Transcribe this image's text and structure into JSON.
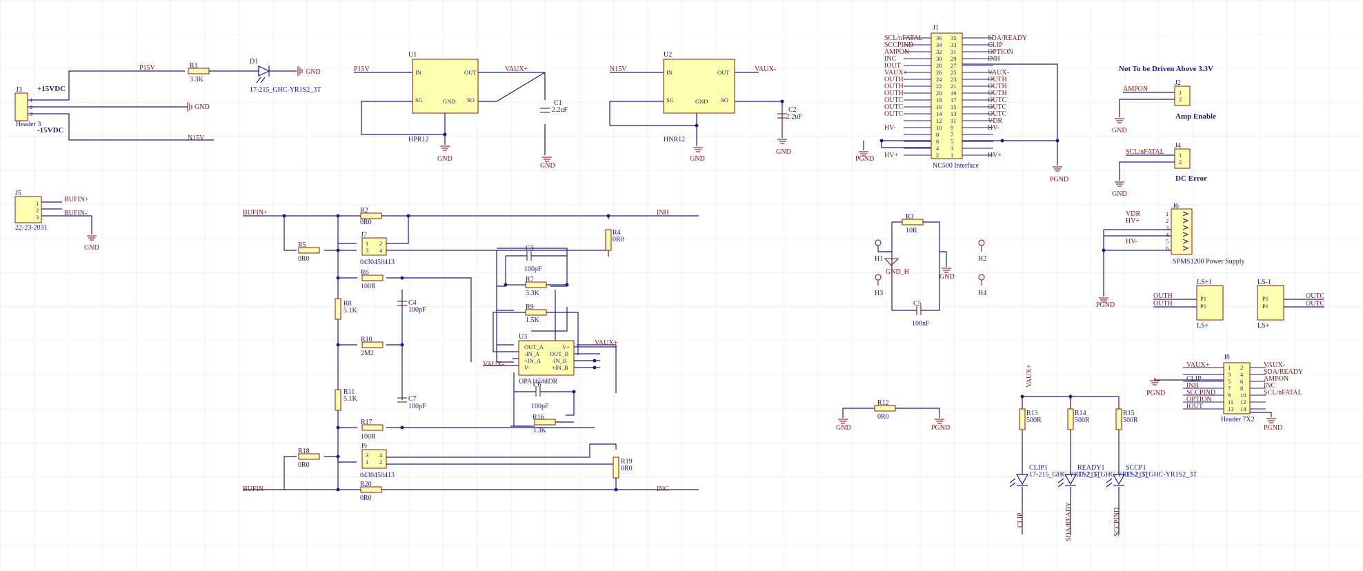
{
  "net_labels": {
    "p15v": "P15V",
    "n15v": "N15V",
    "gnd": "GND",
    "pgnd": "PGND",
    "gnd_h": "GND_H",
    "vaux_plus": "VAUX+",
    "vaux_minus": "VAUX-",
    "bufin_plus": "BUFIN+",
    "bufin_minus": "BUFIN-",
    "inh": "INH",
    "inc": "INC",
    "hv_plus": "HV+",
    "hv_minus": "HV-",
    "vdr": "VDR",
    "outh": "OUTH",
    "outc": "OUTC",
    "ampon": "AMPON",
    "scl_nfatal": "SCL/nFATAL",
    "clip": "CLIP",
    "sda_ready": "SDA/READY",
    "sccpind": "SCCPIND",
    "option": "OPTION",
    "iout": "IOUT"
  },
  "headings": {
    "plus15": "+15VDC",
    "minus15": "-15VDC",
    "not_driven": "Not To be Driven Above 3.3V",
    "amp_enable": "Amp Enable",
    "dc_error": "DC Error"
  },
  "parts": {
    "j3": {
      "des": "J3",
      "comment": "Header 3"
    },
    "r1": {
      "des": "R1",
      "value": "3.3K"
    },
    "d1": {
      "des": "D1",
      "value": "17-215_GHC-YR1S2_3T"
    },
    "u1": {
      "des": "U1",
      "value": "HPR12"
    },
    "u2": {
      "des": "U2",
      "value": "HNR12"
    },
    "c1": {
      "des": "C1",
      "value": "2.2uF"
    },
    "c2": {
      "des": "C2",
      "value": "2.2uF"
    },
    "j1": {
      "des": "J1",
      "comment": "NC500 Interface"
    },
    "j2": {
      "des": "J2"
    },
    "j4": {
      "des": "J4"
    },
    "j5": {
      "des": "J5",
      "comment": "22-23-2031"
    },
    "j6": {
      "des": "J6",
      "comment": "SPMS1200 Power Supply"
    },
    "j7": {
      "des": "J7",
      "comment": "0430450413"
    },
    "j9": {
      "des": "J9",
      "comment": "0430450413"
    },
    "j8": {
      "des": "J8",
      "comment": "Header 7X2"
    },
    "u3": {
      "des": "U3",
      "comment": "OPA1656IDR"
    },
    "r2": {
      "des": "R2",
      "value": "0R0"
    },
    "r4": {
      "des": "R4",
      "value": "0R0"
    },
    "r5": {
      "des": "R5",
      "value": "0R0"
    },
    "r6": {
      "des": "R6",
      "value": "100R"
    },
    "r7": {
      "des": "R7",
      "value": "3.3K"
    },
    "r8": {
      "des": "R8",
      "value": "5.1K"
    },
    "r9": {
      "des": "R9",
      "value": "1.5K"
    },
    "r10": {
      "des": "R10",
      "value": "2M2"
    },
    "r11": {
      "des": "R11",
      "value": "5.1K"
    },
    "r16": {
      "des": "R16",
      "value": "3.3K"
    },
    "r17": {
      "des": "R17",
      "value": "100R"
    },
    "r18": {
      "des": "R18",
      "value": "0R0"
    },
    "r19": {
      "des": "R19",
      "value": "0R0"
    },
    "r20": {
      "des": "R20",
      "value": "0R0"
    },
    "c3": {
      "des": "C3",
      "value": "100pF"
    },
    "c4": {
      "des": "C4",
      "value": "100pF"
    },
    "c6": {
      "des": "C6",
      "value": "100pF"
    },
    "c7": {
      "des": "C7",
      "value": "100pF"
    },
    "r3": {
      "des": "R3",
      "value": "10R"
    },
    "c5": {
      "des": "C5",
      "value": "100nF"
    },
    "h1": {
      "des": "H1"
    },
    "h2": {
      "des": "H2"
    },
    "h3": {
      "des": "H3"
    },
    "h4": {
      "des": "H4"
    },
    "r12": {
      "des": "R12",
      "value": "0R0"
    },
    "r13": {
      "des": "R13",
      "value": "500R"
    },
    "r14": {
      "des": "R14",
      "value": "500R"
    },
    "r15": {
      "des": "R15",
      "value": "500R"
    },
    "clip1": {
      "des": "CLIP1",
      "value": "17-215_GHC-YR1S2_3T"
    },
    "ready1": {
      "des": "READY1",
      "value": "17-215_GHC-YR1S2_3T"
    },
    "sccp1": {
      "des": "SCCP1",
      "value": "17-215_GHC-YR1S2_3T"
    },
    "ls_plus1": {
      "des": "LS+1",
      "comment": "LS+"
    },
    "ls_minus1": {
      "des": "LS-1",
      "comment": "LS+"
    }
  },
  "regulator_pins": {
    "in": "IN",
    "out": "OUT",
    "sg": "SG",
    "so": "SO",
    "gnd": "GND"
  },
  "opamp_pins": {
    "out_a": "OUT_A",
    "in_a_neg": "-IN_A",
    "in_a_pos": "+IN_A",
    "vneg": "V-",
    "vpos": "V+",
    "out_b": "OUT_B",
    "in_b_neg": "-IN_B",
    "in_b_pos": "+IN_B"
  },
  "j1_pins": {
    "left_nets": [
      "SCL/nFATAL",
      "SCCPIND",
      "AMPON",
      "INC",
      "IOUT",
      "VAUX+",
      "OUTH",
      "OUTH",
      "OUTH",
      "OUTC",
      "OUTC",
      "OUTC",
      "",
      "HV-",
      "",
      "",
      "",
      "HV+"
    ],
    "left_nums": [
      "36",
      "34",
      "32",
      "30",
      "28",
      "26",
      "24",
      "22",
      "20",
      "18",
      "16",
      "14",
      "12",
      "10",
      "8",
      "6",
      "4",
      "2"
    ],
    "right_nums": [
      "35",
      "33",
      "31",
      "29",
      "27",
      "25",
      "23",
      "21",
      "19",
      "17",
      "15",
      "13",
      "11",
      "9",
      "7",
      "5",
      "3",
      "1"
    ],
    "right_nets": [
      "SDA/READY",
      "CLIP",
      "OPTION",
      "INH",
      "",
      "VAUX-",
      "OUTH",
      "OUTH",
      "OUTH",
      "OUTC",
      "OUTC",
      "OUTC",
      "VDR",
      "HV-",
      "",
      "",
      "",
      "HV+"
    ]
  },
  "j6_pins": {
    "nets": [
      "VDR",
      "HV+",
      "",
      "",
      "HV-",
      ""
    ],
    "nums": [
      "1",
      "2",
      "3",
      "4",
      "5",
      "6"
    ]
  },
  "j8_pins": {
    "left_nets": [
      "VAUX+",
      "",
      "CLIP",
      "INH",
      "SCCPIND",
      "OPTION",
      "IOUT"
    ],
    "left_nums": [
      "1",
      "3",
      "5",
      "7",
      "9",
      "11",
      "13"
    ],
    "right_nums": [
      "2",
      "4",
      "6",
      "8",
      "10",
      "12",
      "14"
    ],
    "right_nets": [
      "VAUX-",
      "SDA/READY",
      "AMPON",
      "INC",
      "SCL/nFATAL",
      "",
      ""
    ]
  },
  "ls_pins": {
    "p1": "P1"
  },
  "pin_numbers": {
    "one": "1",
    "two": "2",
    "three": "3",
    "four": "4",
    "five": "5",
    "six": "6",
    "seven": "7",
    "eight": "8"
  },
  "colors": {
    "wire": "#1a1a8c",
    "body": "#ffffb0",
    "body_border": "#8b1414",
    "net_label": "#8b1414",
    "grid": "#e4e4e4"
  }
}
